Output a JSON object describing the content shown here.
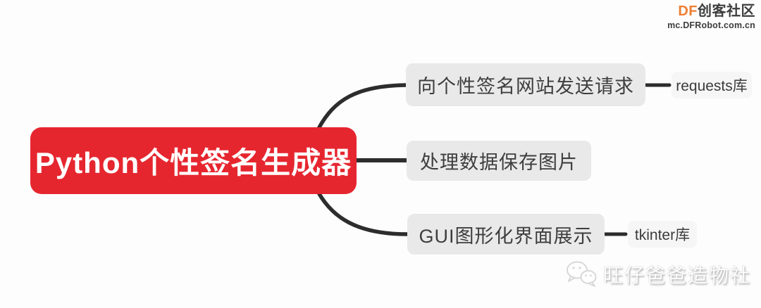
{
  "header": {
    "brand": {
      "prefix": "DF",
      "name": "创客社区",
      "url": "mc.DFRobot.com.cn"
    }
  },
  "mindmap": {
    "root": {
      "label": "Python个性签名生成器"
    },
    "branches": [
      {
        "label": "向个性签名网站发送请求",
        "child": {
          "label": "requests库"
        }
      },
      {
        "label": "处理数据保存图片"
      },
      {
        "label": "GUI图形化界面展示",
        "child": {
          "label": "tkinter库"
        }
      }
    ]
  },
  "watermark": {
    "text": "旺仔爸爸造物社",
    "icon": "chat-bubbles-icon"
  },
  "colors": {
    "background": "#fdfdfd",
    "root_bg": "#e6262f",
    "root_text": "#ffffff",
    "branch_bg": "#e9e9e9",
    "branch_text": "#3e3e3e",
    "child_bg": "#f6f6f6",
    "connector": "#2d2d2d",
    "brand_orange": "#ee7e33",
    "brand_dark": "#3d3d3d"
  }
}
